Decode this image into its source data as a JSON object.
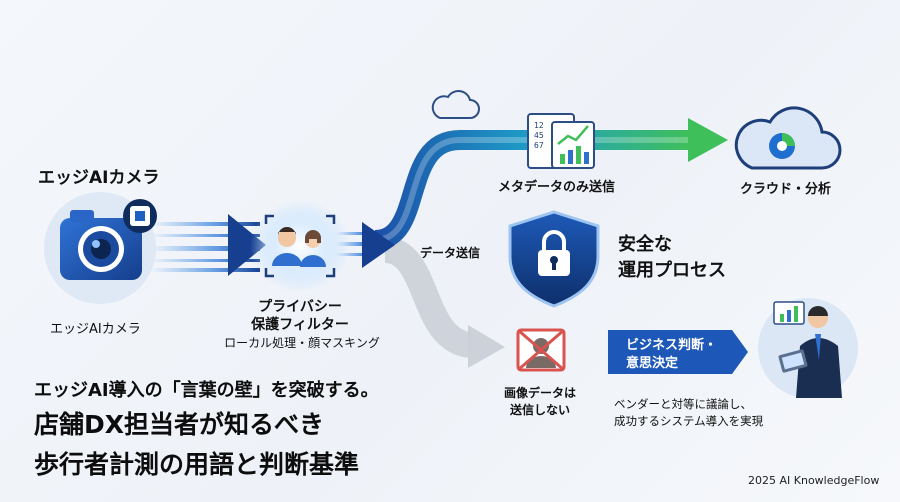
{
  "camera": {
    "title": "エッジAIカメラ",
    "caption": "エッジAIカメラ"
  },
  "filter": {
    "title_line1": "プライバシー",
    "title_line2": "保護フィルター",
    "subtitle": "ローカル処理・顔マスキング"
  },
  "flow": {
    "send_label": "データ送信",
    "meta_label": "メタデータのみ送信",
    "meta_icon_digits": [
      "12",
      "45",
      "67"
    ],
    "cloud_label": "クラウド・分析",
    "image_label_line1": "画像データは",
    "image_label_line2": "送信しない"
  },
  "security": {
    "line1": "安全な",
    "line2": "運用プロセス"
  },
  "decision": {
    "banner_line1": "ビジネス判断・",
    "banner_line2": "意思決定",
    "desc_line1": "ベンダーと対等に議論し、",
    "desc_line2": "成功するシステム導入を実現"
  },
  "headline": {
    "line1": "エッジAI導入の「言葉の壁」を突破する。",
    "line2": "店舗DX担当者が知るべき",
    "line3": "歩行者計測の用語と判断基準"
  },
  "footer": {
    "credit": "2025 AI KnowledgeFlow"
  },
  "colors": {
    "primary_blue": "#1f5fbf",
    "dark_navy": "#0f2c5c",
    "arrow_green": "#3fbf5a",
    "arrow_gray": "#c9ced6",
    "no_send_red": "#d9534f",
    "banner_blue": "#1d57b8"
  },
  "icons": [
    "camera-icon",
    "chip-icon",
    "face-filter-icon",
    "cloud-icon",
    "document-chart-icon",
    "pie-cloud-icon",
    "shield-lock-icon",
    "no-image-icon",
    "businessman-icon"
  ]
}
